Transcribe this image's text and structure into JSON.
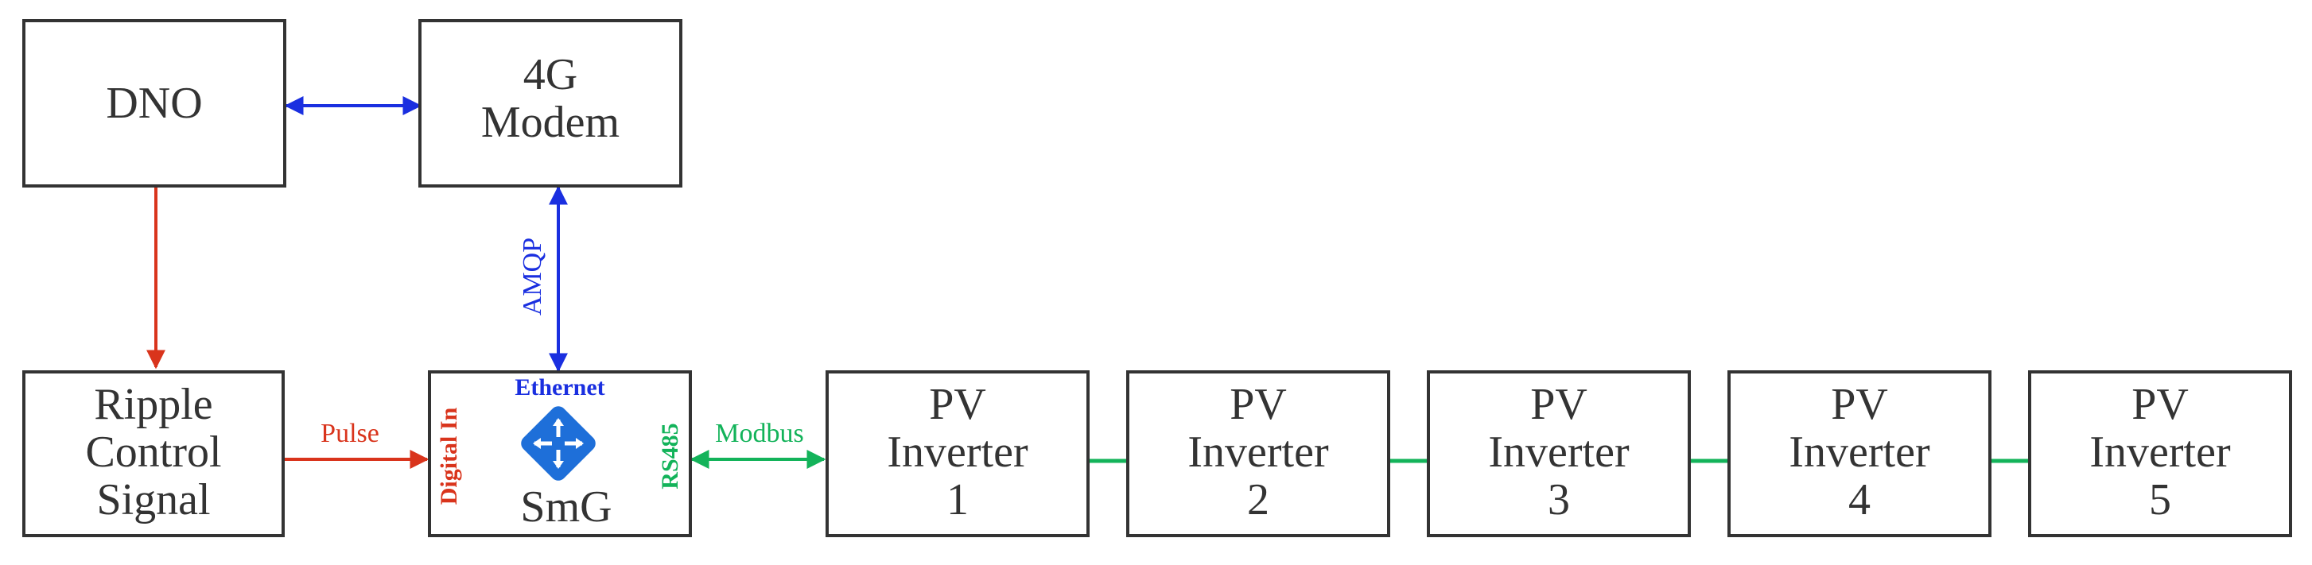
{
  "colors": {
    "box_stroke": "#333333",
    "blue": "#1a2fe0",
    "red": "#d9341c",
    "green": "#13b35a",
    "icon_blue": "#1e6fd9"
  },
  "boxes": {
    "dno": {
      "line1": "DNO"
    },
    "modem": {
      "line1": "4G",
      "line2": "Modem"
    },
    "ripple": {
      "line1": "Ripple",
      "line2": "Control",
      "line3": "Signal"
    },
    "smg": {
      "name": "SmG",
      "icon": "router-icon"
    },
    "inverters": [
      {
        "line1": "PV",
        "line2": "Inverter",
        "line3": "1"
      },
      {
        "line1": "PV",
        "line2": "Inverter",
        "line3": "2"
      },
      {
        "line1": "PV",
        "line2": "Inverter",
        "line3": "3"
      },
      {
        "line1": "PV",
        "line2": "Inverter",
        "line3": "4"
      },
      {
        "line1": "PV",
        "line2": "Inverter",
        "line3": "5"
      }
    ]
  },
  "labels": {
    "amqp": "AMQP",
    "ethernet": "Ethernet",
    "pulse": "Pulse",
    "digital_in": "Digital In",
    "rs485": "RS485",
    "modbus": "Modbus"
  }
}
